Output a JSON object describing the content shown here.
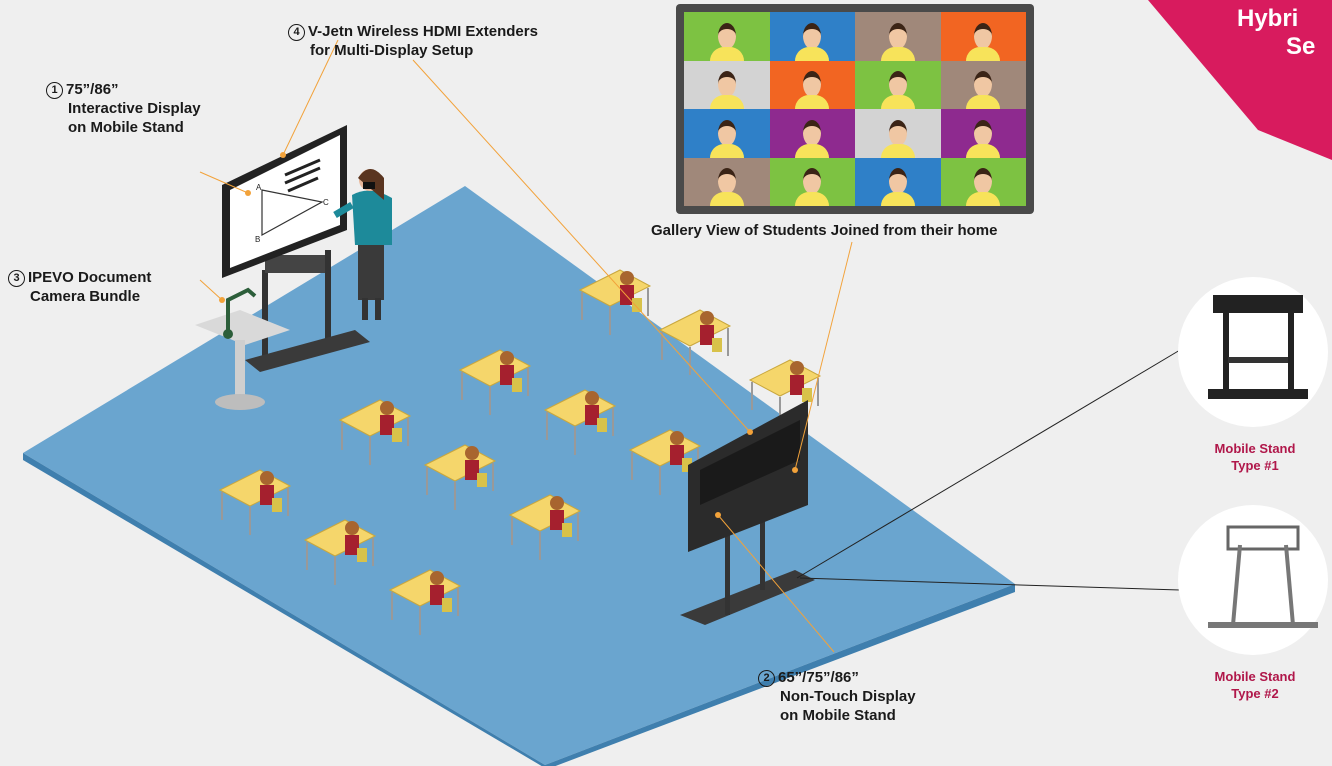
{
  "banner": {
    "line1": "Hybri",
    "line2": "Se",
    "color": "#d81b5e"
  },
  "callouts": {
    "interactive_display": {
      "number": "1",
      "line1": "75”/86”",
      "line2": "Interactive Display",
      "line3": "on Mobile Stand"
    },
    "non_touch_display": {
      "number": "2",
      "line1": "65”/75”/86”",
      "line2": "Non-Touch Display",
      "line3": "on Mobile Stand"
    },
    "document_camera": {
      "number": "3",
      "line1": "IPEVO Document",
      "line2": "Camera Bundle"
    },
    "hdmi_extenders": {
      "number": "4",
      "line1": "V-Jetn Wireless HDMI Extenders",
      "line2": "for Multi-Display Setup"
    }
  },
  "gallery_caption": "Gallery View of Students Joined from their home",
  "gallery_tiles": [
    "#7dc242",
    "#2f80c8",
    "#a0887a",
    "#f26522",
    "#d3d3d3",
    "#f26522",
    "#7dc242",
    "#a0887a",
    "#2f80c8",
    "#8e2a8f",
    "#d3d3d3",
    "#8e2a8f",
    "#a0887a",
    "#7dc242",
    "#2f80c8",
    "#7dc242"
  ],
  "stands": {
    "type1": {
      "line1": "Mobile Stand",
      "line2": "Type #1"
    },
    "type2": {
      "line1": "Mobile Stand",
      "line2": "Type #2"
    }
  },
  "colors": {
    "floor": "#6aa5cf",
    "floor_side": "#3f7fae",
    "desk": "#f5d66b",
    "leader_line": "#f2a23a",
    "label_accent": "#b0174a"
  }
}
